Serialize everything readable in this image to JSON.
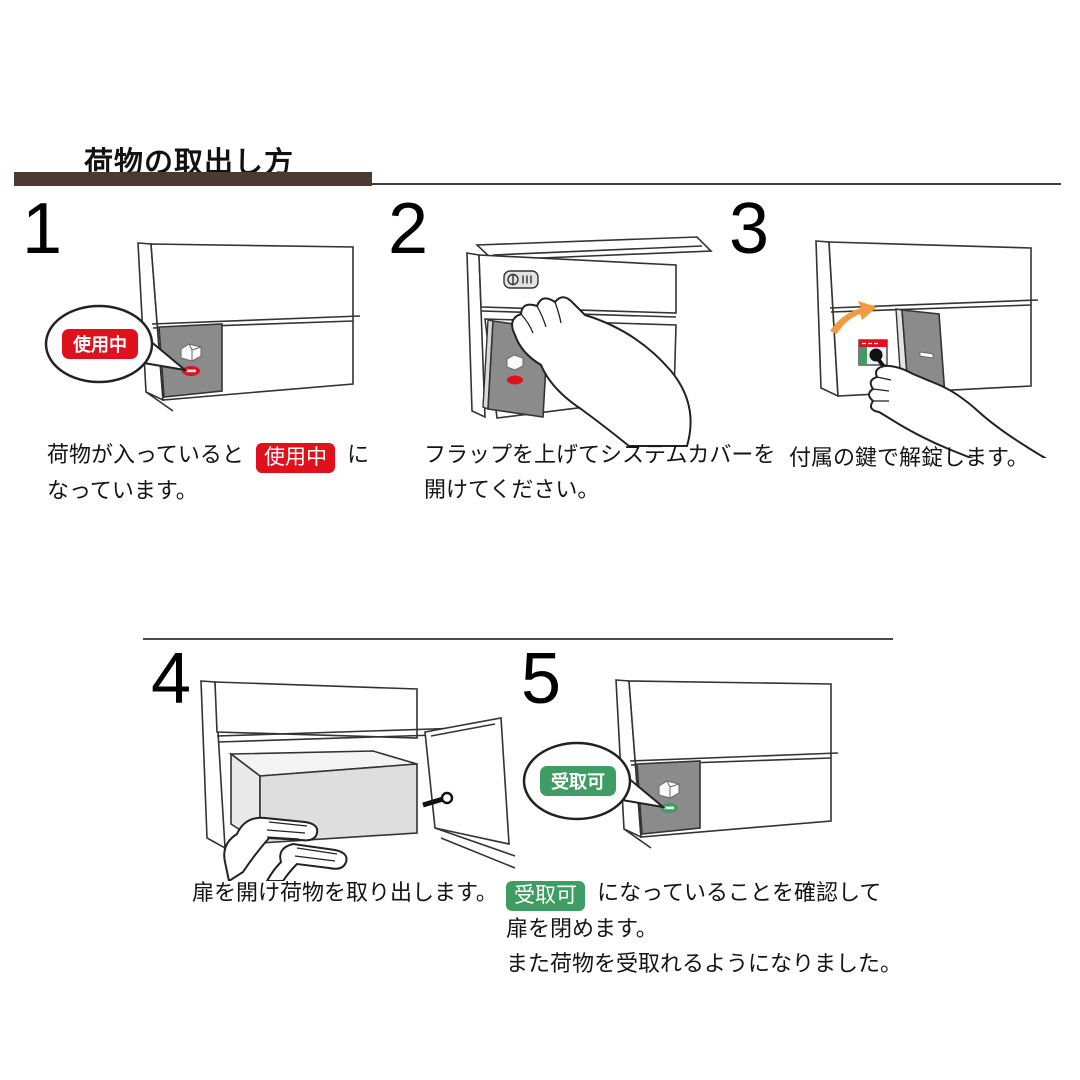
{
  "title": "荷物の取出し方",
  "colors": {
    "title_bar_brown": "#4a3a31",
    "badge_red": "#e0101d",
    "badge_green": "#3f9c62",
    "arrow_orange": "#f09a42"
  },
  "steps": [
    {
      "number": "1",
      "bubble_label": "使用中",
      "caption": {
        "pre": "荷物が入っていると",
        "badge": "使用中",
        "post": "に",
        "line2": "なっています。"
      }
    },
    {
      "number": "2",
      "caption": {
        "line1": "フラップを上げてシステムカバーを",
        "line2": "開けてください。"
      }
    },
    {
      "number": "3",
      "caption": {
        "line1": "付属の鍵で解錠します。"
      }
    },
    {
      "number": "4",
      "caption": {
        "line1": "扉を開け荷物を取り出します。"
      }
    },
    {
      "number": "5",
      "bubble_label": "受取可",
      "caption": {
        "badge": "受取可",
        "post": "になっていることを確認して",
        "line2": "扉を閉めます。",
        "line3": "また荷物を受取れるようになりました。"
      }
    }
  ]
}
